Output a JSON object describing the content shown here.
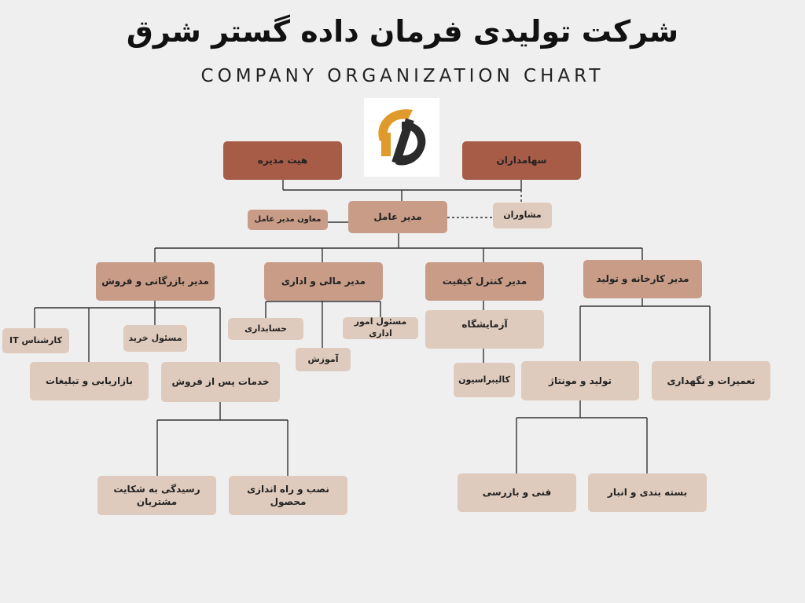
{
  "header": {
    "title": "شرکت تولیدی فرمان داده گستر شرق",
    "subtitle": "COMPANY ORGANIZATION CHART"
  },
  "colors": {
    "top_level": "#a75c48",
    "manager": "#c89c87",
    "staff": "#dfcbbd",
    "logo_orange": "#e09a2b",
    "logo_dark": "#2b2b2b",
    "background": "#f0efef"
  },
  "nodes": {
    "board": "هیت مدیره",
    "shareholders": "سهامداران",
    "ceo": "مدیر عامل",
    "deputy_ceo": "معاون مدیر عامل",
    "advisors": "مشاوران",
    "commerce_manager": "مدیر  بازرگانی و فروش",
    "finance_manager": "مدیر مالی و اداری",
    "qc_manager": "مدیر کنترل کیفیت",
    "factory_manager": "مدیر کارخانه و تولید",
    "it_specialist": "کارشناس IT",
    "purchasing": "مسئول خرید",
    "marketing": "بازاریابی و تبلیغات",
    "after_sales": "خدمات پس از فروش",
    "complaints": "رسیدگی به شکایت مشتریان",
    "installation": "نصب و راه اندازی محصول",
    "accounting": "حسابداری",
    "admin_affairs": "مسئول امور اداری",
    "training": "آموزش",
    "laboratory": "آزمایشگاه",
    "calibration": "کالیبراسیون",
    "production_assembly": "تولید و مونتاژ",
    "maintenance": "تعمیرات و نگهداری",
    "technical_inspection": "فنی و  بازرسی",
    "packaging_warehouse": "بسته بندی و انبار"
  }
}
